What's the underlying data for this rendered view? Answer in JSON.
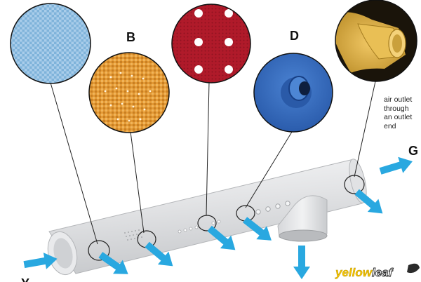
{
  "labels": {
    "b": "B",
    "d": "D",
    "g": "G",
    "y": "Y"
  },
  "annotation": [
    "air outlet",
    "through",
    "an outlet",
    "end"
  ],
  "logo": {
    "word_a": "yellow",
    "word_b": "leaf"
  },
  "colors": {
    "airflow_arrow": "#29a8e0",
    "fabric_blue": "#7fb3da",
    "fabric_orange": "#e49a35",
    "fabric_red": "#b01a2a",
    "fabric_deep_blue": "#2f62b5",
    "fabric_gold": "#d9a93e",
    "duct": "#e6e7e9",
    "logo_yellow": "#f5c400"
  },
  "icons": [
    "airflow-arrow-icon",
    "magnifier-lens-icon"
  ]
}
